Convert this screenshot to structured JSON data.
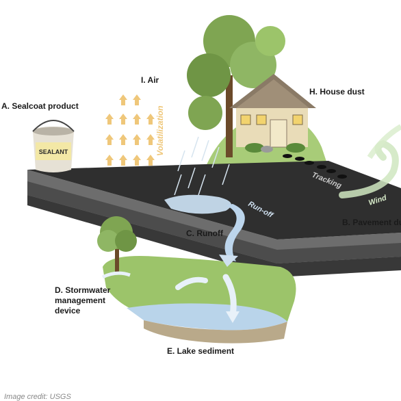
{
  "labels": {
    "sealcoat": "A. Sealcoat product",
    "air": "I. Air",
    "house_dust": "H. House dust",
    "pavement_dust": "B. Pavement dust",
    "runoff": "C. Runoff",
    "stormwater_line1": "D. Stormwater",
    "stormwater_line2": "management",
    "stormwater_line3": "device",
    "lake_sediment": "E. Lake sediment"
  },
  "annotations": {
    "volatilization": "Volatilization",
    "run_off": "Run-off",
    "tracking": "Tracking",
    "wind": "Wind"
  },
  "bucket_label": "SEALANT",
  "credit": "Image credit: USGS",
  "colors": {
    "pavement": "#2e2e2e",
    "pavement_side": "#6a6a6a",
    "grass": "#9cc46a",
    "water": "#b7d3ea",
    "arrows_air": "#efc77a",
    "house_wall": "#e9dcb8",
    "house_roof": "#8a7a66"
  }
}
